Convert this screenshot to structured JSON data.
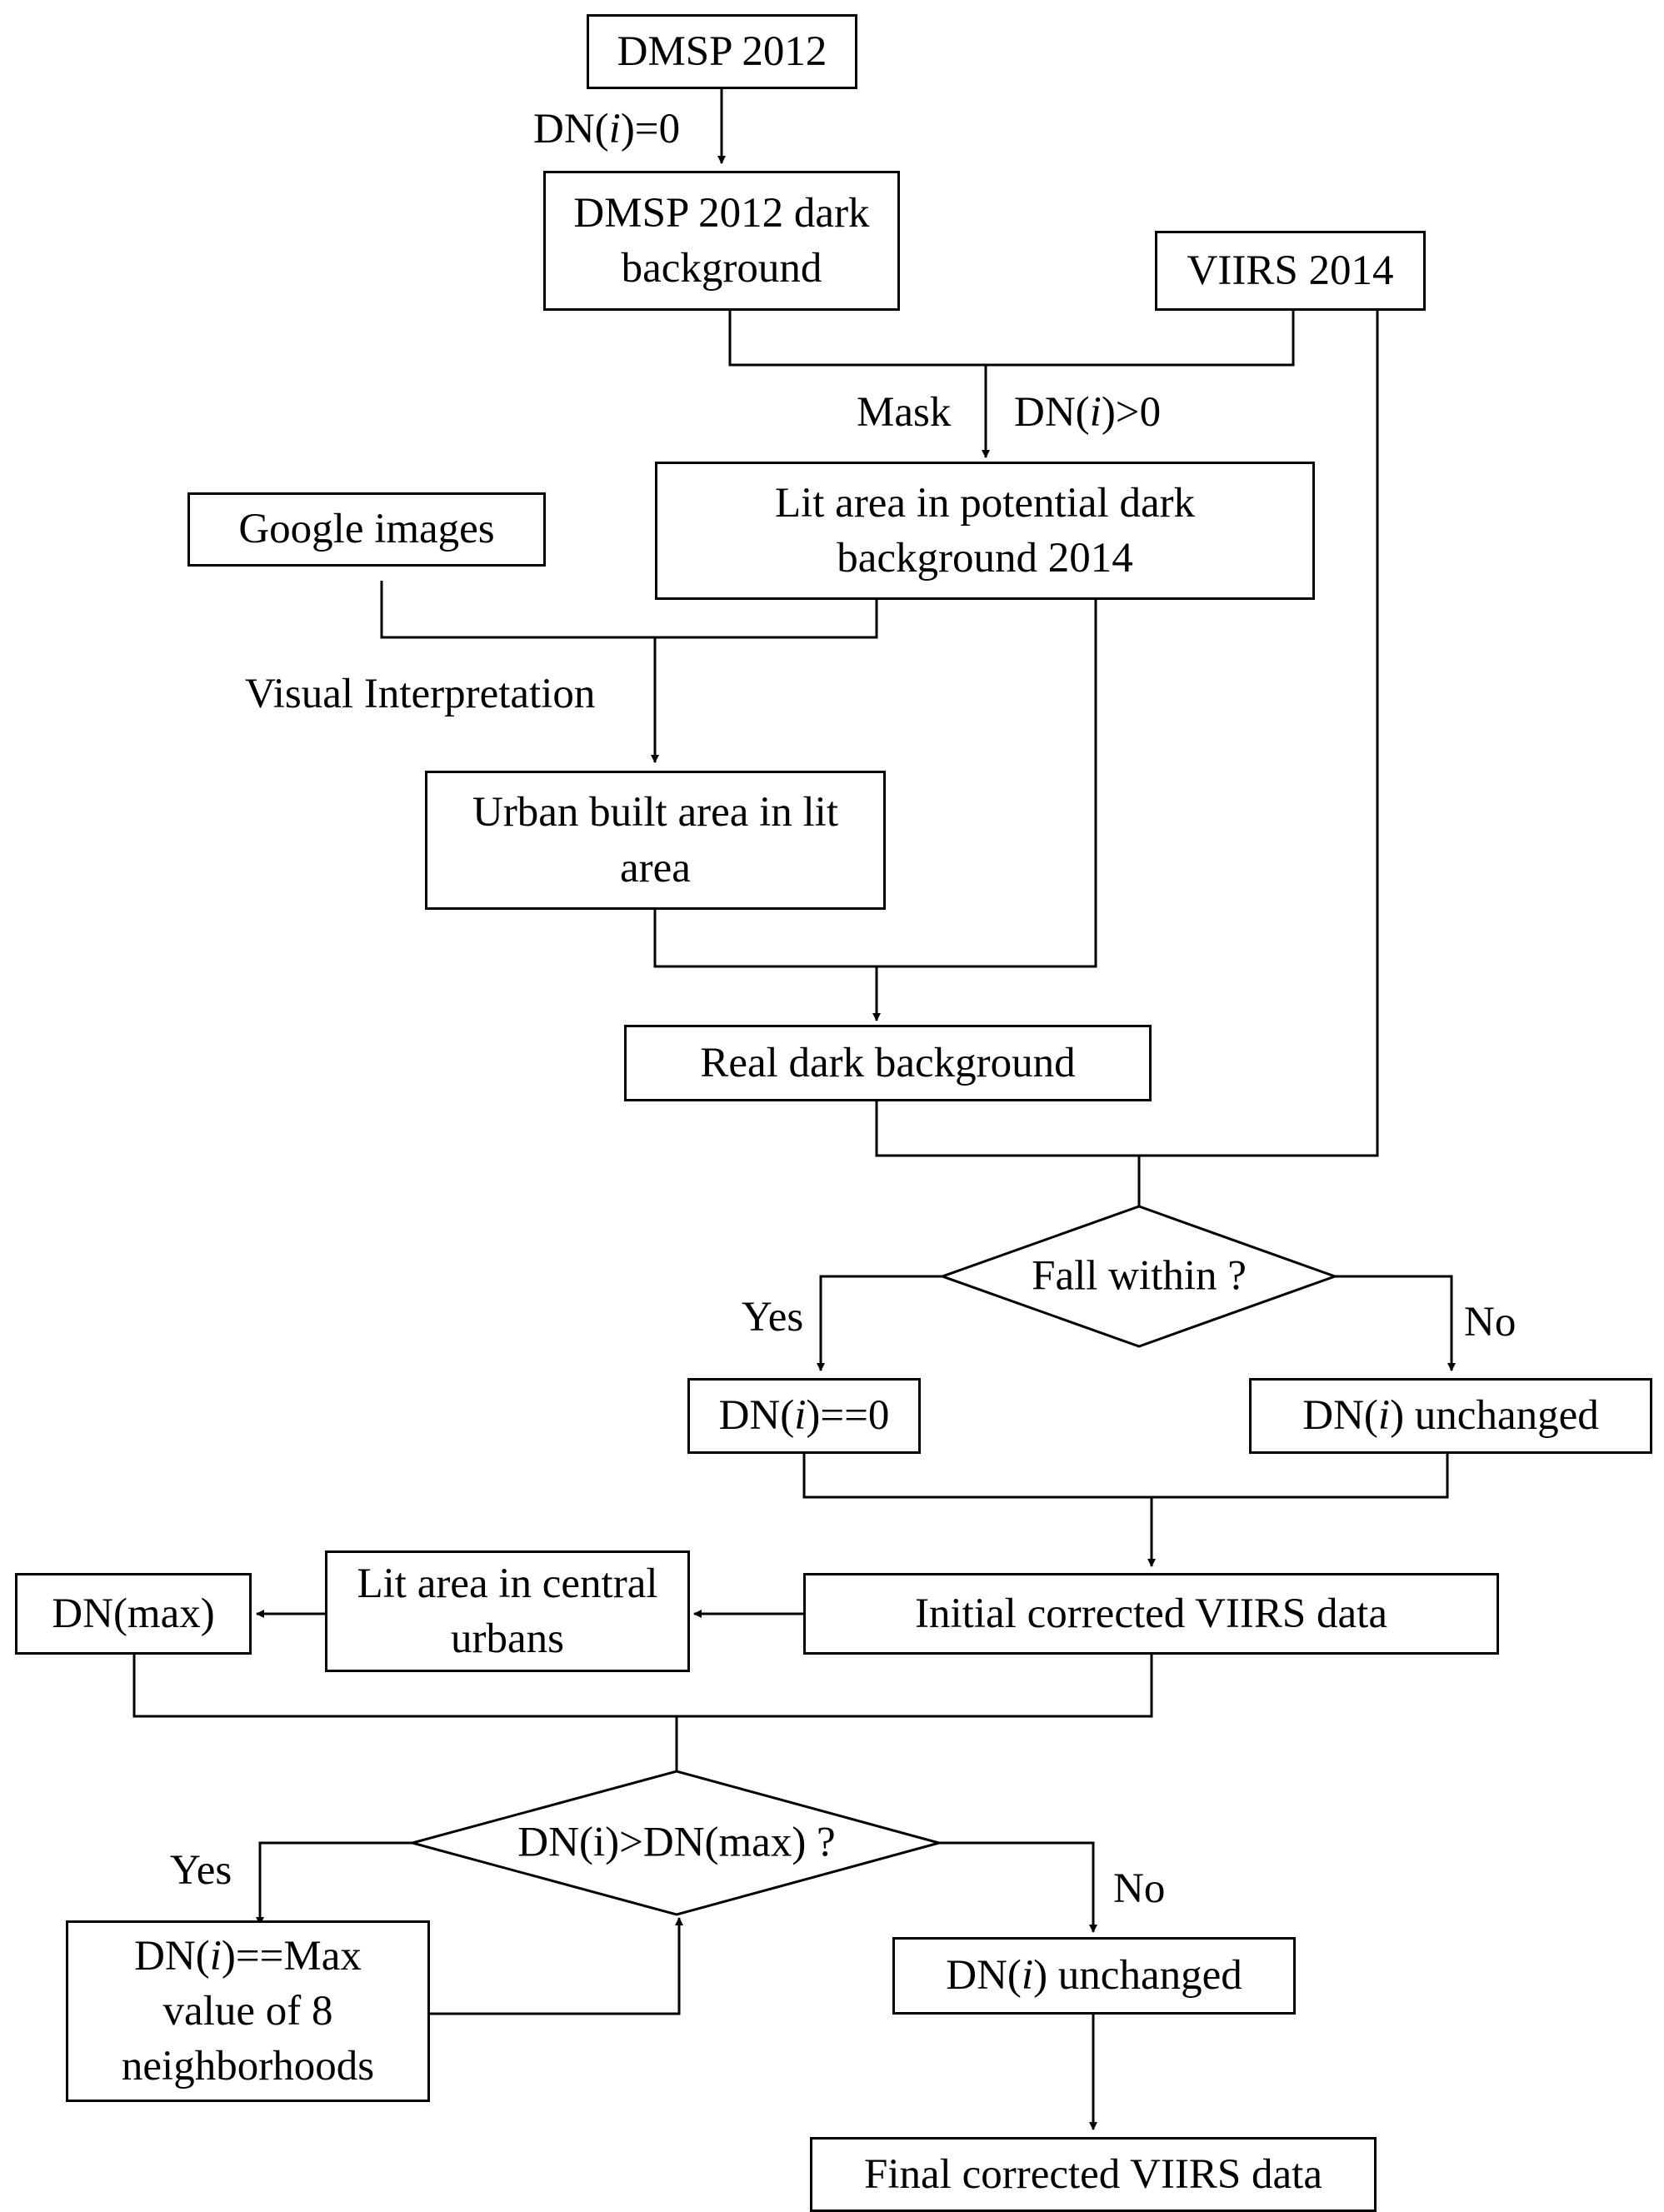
{
  "nodes": {
    "dmsp2012": "DMSP 2012",
    "dark_bg_2012_line1": "DMSP 2012 dark",
    "dark_bg_2012_line2": "background",
    "viirs2014": "VIIRS 2014",
    "lit_potential_line1": "Lit area in potential dark",
    "lit_potential_line2": "background 2014",
    "google": "Google images",
    "urban_built_line1": "Urban built area in lit",
    "urban_built_line2": "area",
    "real_dark": "Real dark background",
    "fall_within": "Fall within ?",
    "dn_zero": {
      "pre": "DN(",
      "var": "i",
      "post": ")==0"
    },
    "dn_unchanged_1": {
      "pre": "DN(",
      "var": "i",
      "post": ") unchanged"
    },
    "initial_corrected": "Initial corrected VIIRS data",
    "lit_central_line1": "Lit area in central",
    "lit_central_line2": "urbans",
    "dn_max": "DN(max)",
    "dn_compare": "DN(i)>DN(max) ?",
    "dn_eq_max": {
      "pre": "DN(",
      "var": "i",
      "post": ")==Max",
      "line2": "value of 8",
      "line3": "neighborhoods"
    },
    "dn_unchanged_2": {
      "pre": "DN(",
      "var": "i",
      "post": ") unchanged"
    },
    "final_corrected": "Final corrected VIIRS data"
  },
  "edge_labels": {
    "dn_eq_zero": {
      "pre": "DN(",
      "var": "i",
      "post": ")=0"
    },
    "mask": "Mask",
    "dn_gt_zero": {
      "pre": "DN(",
      "var": "i",
      "post": ")>0"
    },
    "visual_interpretation": "Visual Interpretation",
    "yes_1": "Yes",
    "no_1": "No",
    "yes_2": "Yes",
    "no_2": "No"
  }
}
